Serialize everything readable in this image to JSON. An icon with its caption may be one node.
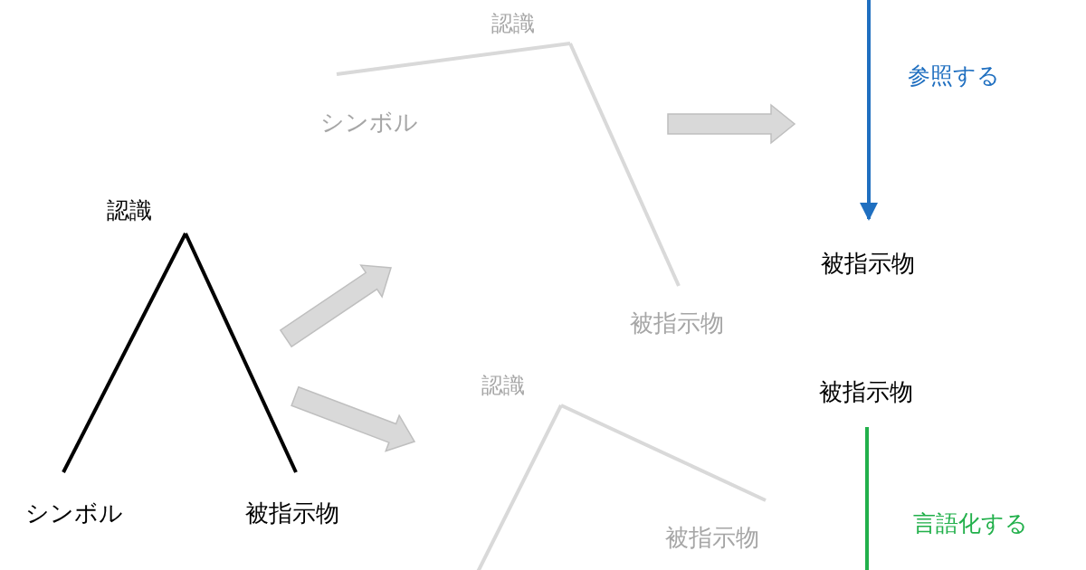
{
  "diagram": {
    "nodes": [
      {
        "text": [
          "認識"
        ]
      },
      {
        "text": [
          "シンボル"
        ]
      },
      {
        "text": [
          "被指示物"
        ]
      },
      {
        "text": [
          "認識"
        ]
      },
      {
        "text": [
          "シンボル"
        ]
      },
      {
        "text": [
          "被指示物"
        ]
      },
      {
        "text": [
          "認識"
        ]
      },
      {
        "text": [
          "被指示物"
        ]
      },
      {
        "text": [
          "被指示物"
        ]
      },
      {
        "text": [
          "被指示物"
        ]
      }
    ],
    "edges": [
      {
        "from": 0,
        "to": 1,
        "arrow": "none",
        "color": "#000000"
      },
      {
        "from": 0,
        "to": 2,
        "arrow": "none",
        "color": "#000000"
      },
      {
        "from": 3,
        "to": 4,
        "arrow": "none"
      },
      {
        "from": 3,
        "to": 5,
        "arrow": "none"
      },
      {
        "from": 6,
        "to": null,
        "arrow": "none"
      },
      {
        "from": 6,
        "to": 7,
        "arrow": "none"
      },
      {
        "from": null,
        "to": 8,
        "arrow": "to",
        "label": "参照する",
        "color": "#1f6fc0"
      },
      {
        "from": 9,
        "to": null,
        "arrow": "none",
        "label": "言語化する",
        "color": "#22b04b"
      }
    ]
  }
}
